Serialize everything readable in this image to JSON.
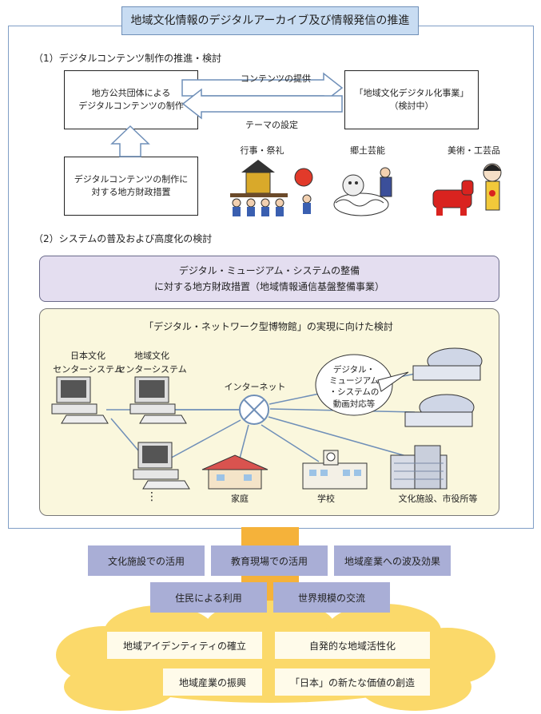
{
  "title": "地域文化情報のデジタルアーカイブ及び情報発信の推進",
  "section1": {
    "heading": "（1）デジタルコンテンツ制作の推進・検討",
    "box_local_gov": "地方公共団体による\nデジタルコンテンツの制作",
    "box_project": "「地域文化デジタル化事業」\n（検討中）",
    "arrow_provide": "コンテンツの提供",
    "arrow_theme": "テーマの設定",
    "box_fiscal": "デジタルコンテンツの制作に\n対する地方財政措置",
    "categories": [
      "行事・祭礼",
      "郷土芸能",
      "美術・工芸品"
    ]
  },
  "section2": {
    "heading": "（2）システムの普及および高度化の検討",
    "purple_box": "デジタル・ミュージアム・システムの整備\nに対する地方財政措置（地域情報通信基盤整備事業）",
    "network_title": "「デジタル・ネットワーク型博物館」の実現に向けた検討",
    "japan_center": "日本文化\nセンターシステム",
    "regional_center": "地域文化\nセンターシステム",
    "internet": "インターネット",
    "bubble": "デジタル・\nミュージアム\n・システムの\n動画対応等",
    "home": "家庭",
    "school": "学校",
    "facilities": "文化施設、市役所等",
    "ellipsis": "⋮"
  },
  "effects": [
    "文化施設での活用",
    "教育現場での活用",
    "地域産業への波及効果",
    "住民による利用",
    "世界規模の交流"
  ],
  "results": [
    "地域アイデンティティの確立",
    "自発的な地域活性化",
    "地域産業の振興",
    "「日本」の新たな価値の創造"
  ],
  "colors": {
    "title_bg": "#c8dcf2",
    "frame": "#7f9ec6",
    "purple": "#e4def0",
    "yellow": "#faf7dd",
    "effect_box": "#a9aed6",
    "cloud": "#fbd96a",
    "arrow": "#f5b23a"
  }
}
